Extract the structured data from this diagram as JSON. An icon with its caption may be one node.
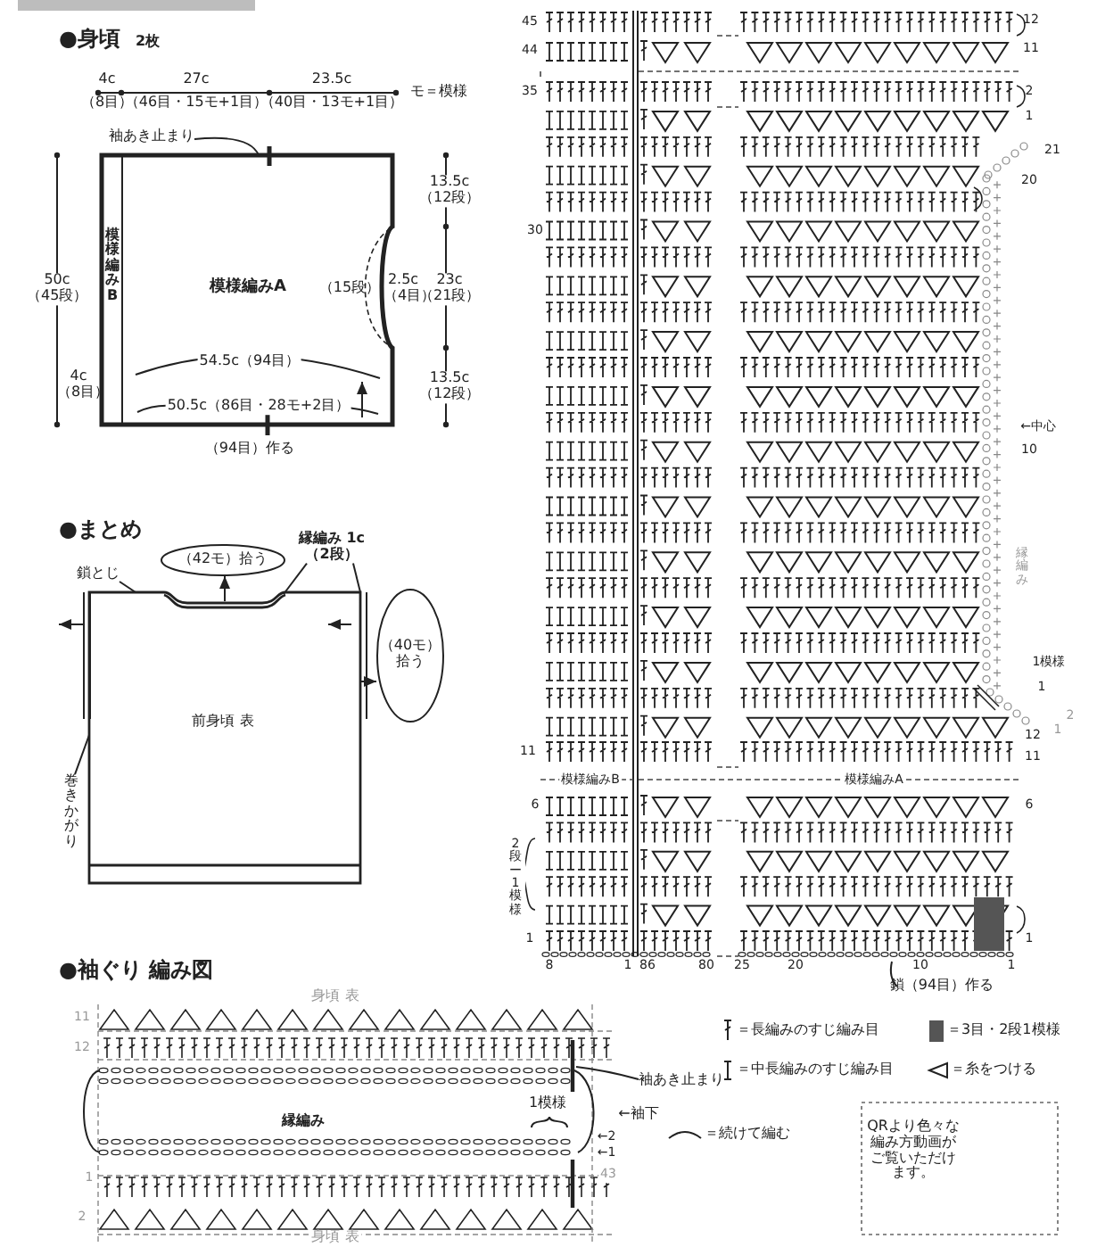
{
  "diagram": {
    "nodes": [
      {
        "text": [
          "模様編みA"
        ]
      },
      {
        "text": [
          "模様編みB"
        ],
        "in": 0
      },
      {
        "text": [
          "袖あき止まり"
        ]
      },
      {
        "text": [
          "前身頃 表"
        ]
      },
      {
        "text": [
          "（42モ）拾う"
        ]
      },
      {
        "text": [
          "（40モ）拾う"
        ]
      },
      {
        "text": [
          "鎖とじ"
        ]
      },
      {
        "text": [
          "縁編み 1c（2段）"
        ]
      },
      {
        "text": [
          "巻きかがり"
        ]
      },
      {
        "text": [
          "鎖（94目）作る"
        ]
      },
      {
        "text": [
          "袖あき止まり"
        ]
      }
    ],
    "edges": [
      {
        "from": 2,
        "to": 0,
        "arrow": "none"
      },
      {
        "from": 3,
        "to": 4,
        "arrow": "to"
      },
      {
        "from": 3,
        "to": 5,
        "arrow": "to"
      },
      {
        "from": 6,
        "to": 3,
        "arrow": "none"
      },
      {
        "from": 7,
        "to": 3,
        "arrow": "none"
      },
      {
        "from": 7,
        "to": 3,
        "arrow": "none"
      },
      {
        "from": 8,
        "to": 3,
        "arrow": "none"
      },
      {
        "from": 9,
        "to": null,
        "arrow": "none"
      },
      {
        "from": 10,
        "to": null,
        "arrow": "none"
      }
    ],
    "labels": [
      "●身頃",
      "2枚",
      "4c",
      "（8目）",
      "27c",
      "（46目・15モ+1目）",
      "23.5c",
      "（40目・13モ+1目）",
      "モ＝模様",
      "50c （45段）",
      "13.5c （12段）",
      "23c （21段）",
      "13.5c （12段）",
      "（15段）",
      "2.5c （4目）",
      "54.5c（94目）",
      "4c （8目）",
      "50.5c（86目・28モ+2目）",
      "（94目）作る",
      "●まとめ",
      "●袖ぐり 編み図",
      "身頃 表",
      "11",
      "12",
      "縁編み",
      "1模様",
      "←袖下",
      "←2",
      "←1",
      "1",
      "43",
      "2",
      "身頃 表",
      "45",
      "44",
      "35",
      "30",
      "11",
      "6",
      "2段ー1模様",
      "1",
      "12",
      "11",
      "2",
      "1",
      "21",
      "20",
      "←中心",
      "10",
      "縁編み",
      "1模様",
      "1",
      "2",
      "12",
      "1",
      "11",
      "6",
      "1",
      "8",
      "1",
      "86",
      "80",
      "25",
      "20",
      "10",
      "1",
      "模様編みB",
      "模様編みA",
      "QRより色々な編み方動画がご覧いただけます。"
    ],
    "legend": [
      {
        "text": "＝長編みのすじ編み目"
      },
      {
        "text": "＝3目・2段1模様",
        "color": "#555555"
      },
      {
        "text": "＝中長編みのすじ編み目"
      },
      {
        "text": "＝糸をつける"
      },
      {
        "text": "＝続けて編む"
      }
    ]
  }
}
